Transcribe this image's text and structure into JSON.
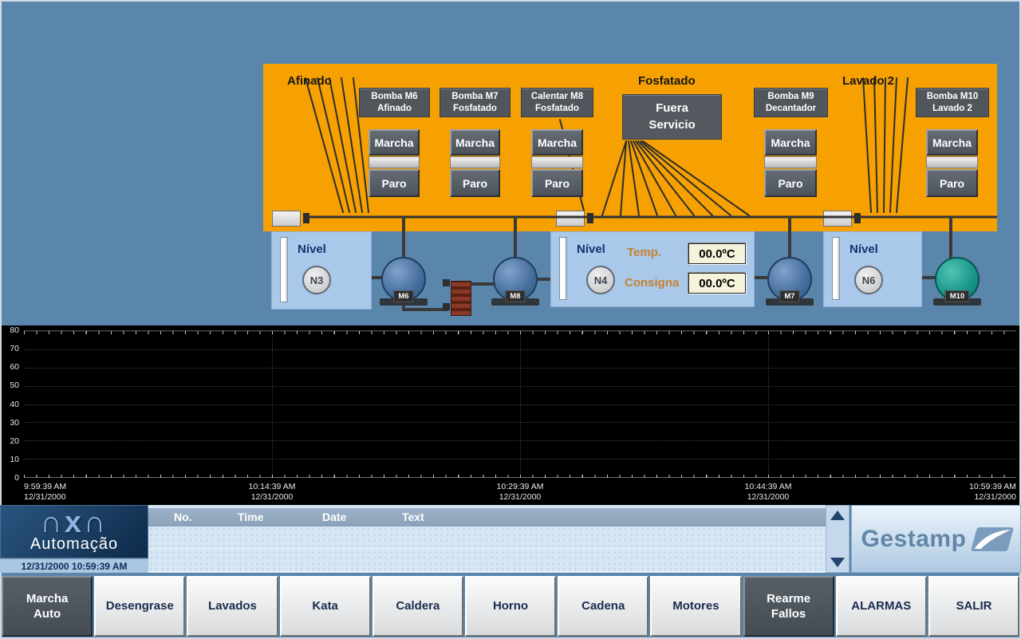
{
  "process_panel": {
    "sections": [
      {
        "title": "Afinado"
      },
      {
        "title": "Fosfatado"
      },
      {
        "title": "Lavado 2"
      }
    ],
    "out_of_service": "Fuera\nServicio",
    "pump_controls": [
      {
        "plate": "Bomba M6\nAfinado",
        "start": "Marcha",
        "stop": "Paro"
      },
      {
        "plate": "Bomba M7\nFosfatado",
        "start": "Marcha",
        "stop": "Paro"
      },
      {
        "plate": "Calentar M8\nFosfatado",
        "start": "Marcha",
        "stop": "Paro"
      },
      {
        "plate": "Bomba M9\nDecantador",
        "start": "Marcha",
        "stop": "Paro"
      },
      {
        "plate": "Bomba M10\nLavado 2",
        "start": "Marcha",
        "stop": "Paro"
      }
    ]
  },
  "equipment": {
    "tanks": [
      {
        "level_label": "Nível",
        "sensor_id": "N3"
      },
      {
        "level_label": "Nível",
        "sensor_id": "N4",
        "temp_label": "Temp.",
        "temp_value": "00.0ºC",
        "setpoint_label": "Consigna",
        "setpoint_value": "00.0ºC"
      },
      {
        "level_label": "Nível",
        "sensor_id": "N6"
      }
    ],
    "pumps": [
      {
        "id": "M6"
      },
      {
        "id": "M8"
      },
      {
        "id": "M7"
      },
      {
        "id": "M10"
      }
    ]
  },
  "chart_data": {
    "type": "line",
    "series": [],
    "ylim": [
      0,
      80
    ],
    "y_ticks": [
      "80",
      "70",
      "60",
      "50",
      "40",
      "30",
      "20",
      "10",
      "0"
    ],
    "x_ticks": [
      {
        "time": "9:59:39 AM",
        "date": "12/31/2000"
      },
      {
        "time": "10:14:39 AM",
        "date": "12/31/2000"
      },
      {
        "time": "10:29:39 AM",
        "date": "12/31/2000"
      },
      {
        "time": "10:44:39 AM",
        "date": "12/31/2000"
      },
      {
        "time": "10:59:39 AM",
        "date": "12/31/2000"
      }
    ],
    "grid": true,
    "plot_background": "#000000"
  },
  "alarm_panel": {
    "columns": [
      "No.",
      "Time",
      "Date",
      "Text"
    ],
    "rows": []
  },
  "branding": {
    "logo_mark": "∩x∩",
    "logo_name": "Automação",
    "datetime": "12/31/2000 10:59:39 AM",
    "company_logo": "Gestamp"
  },
  "nav_buttons": [
    {
      "label": "Marcha\nAuto",
      "active": true
    },
    {
      "label": "Desengrase",
      "active": false
    },
    {
      "label": "Lavados",
      "active": false
    },
    {
      "label": "Kata",
      "active": false
    },
    {
      "label": "Caldera",
      "active": false
    },
    {
      "label": "Horno",
      "active": false
    },
    {
      "label": "Cadena",
      "active": false
    },
    {
      "label": "Motores",
      "active": false
    },
    {
      "label": "Rearme\nFallos",
      "active": true
    },
    {
      "label": "ALARMAS",
      "active": false
    },
    {
      "label": "SALIR",
      "active": false
    }
  ],
  "colors": {
    "background": "#5b86ab",
    "panel_orange": "#f6a101",
    "control_gray": "#53595f",
    "tank_blue": "#a9c8ea",
    "display_bg": "#f6f2dc",
    "pump_blue": "#456d9d",
    "pump_teal": "#17958a",
    "chart_background": "#000000"
  }
}
